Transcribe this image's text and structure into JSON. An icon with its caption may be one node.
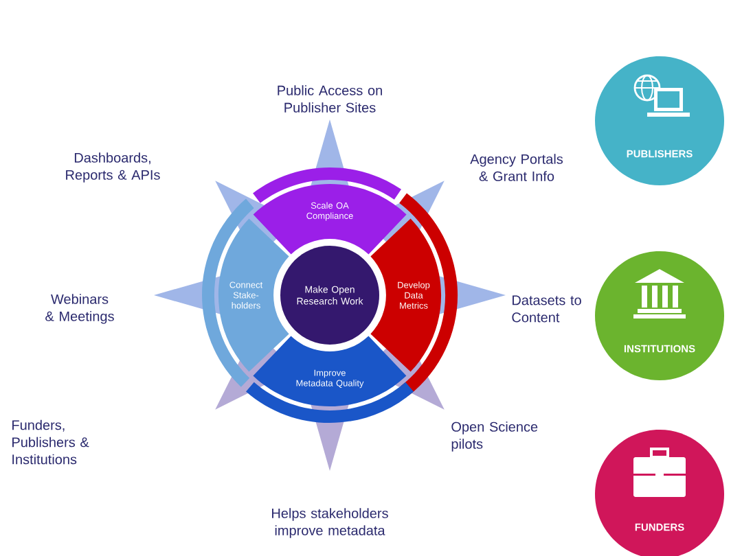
{
  "diagram": {
    "nodes": [
      {
        "text": [
          "Make Open Research Work"
        ]
      },
      {
        "text": [
          "Scale OA Compliance"
        ]
      },
      {
        "text": [
          "Develop Data Metrics"
        ]
      },
      {
        "text": [
          "Improve Metadata Quality"
        ]
      },
      {
        "text": [
          "Connect Stake-holders"
        ]
      },
      {
        "text": [
          "PUBLISHERS"
        ]
      },
      {
        "text": [
          "INSTITUTIONS"
        ]
      },
      {
        "text": [
          "FUNDERS"
        ]
      }
    ],
    "edges": [],
    "labels": [
      "Public Access on Publisher Sites",
      "Dashboards, Reports & APIs",
      "Agency Portals & Grant Info",
      "Webinars & Meetings",
      "Datasets to Content",
      "Funders, Publishers & Institutions",
      "Open Science pilots",
      "Helps stakeholders improve metadata"
    ]
  }
}
